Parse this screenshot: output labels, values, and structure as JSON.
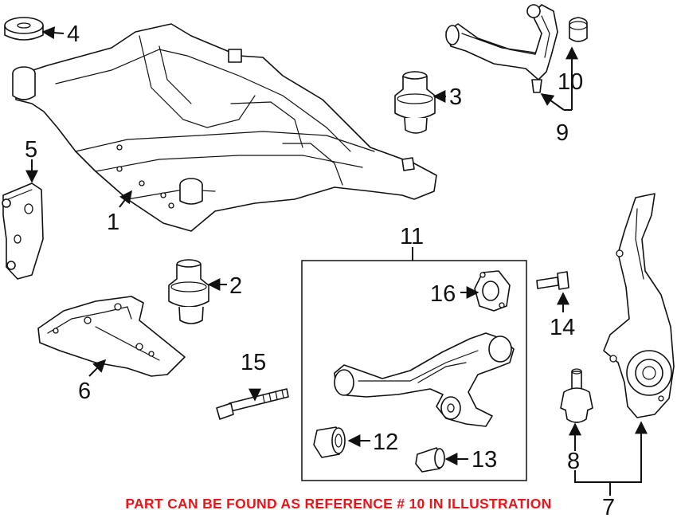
{
  "diagram": {
    "callouts": {
      "c1": "1",
      "c2": "2",
      "c3": "3",
      "c4": "4",
      "c5": "5",
      "c6": "6",
      "c7": "7",
      "c8": "8",
      "c9": "9",
      "c10": "10",
      "c11": "11",
      "c12": "12",
      "c13": "13",
      "c14": "14",
      "c15": "15",
      "c16": "16"
    },
    "footnote": "PART CAN BE FOUND AS REFERENCE # 10 IN ILLUSTRATION",
    "colors": {
      "line": "#111111",
      "footnote": "#e8151b",
      "background": "#ffffff"
    }
  }
}
